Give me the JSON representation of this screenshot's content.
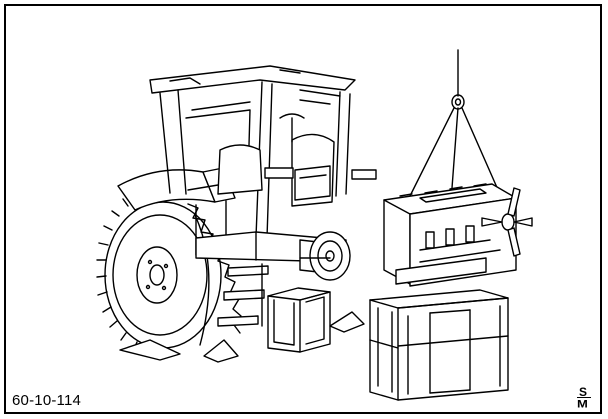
{
  "figure": {
    "reference_code": "60-10-114",
    "publisher_mark": {
      "top_letter": "S",
      "bottom_letter": "M"
    },
    "icons": [
      "tractor-cab-icon",
      "engine-on-hoist-icon",
      "stand-icon",
      "wheel-chock-icon"
    ]
  }
}
